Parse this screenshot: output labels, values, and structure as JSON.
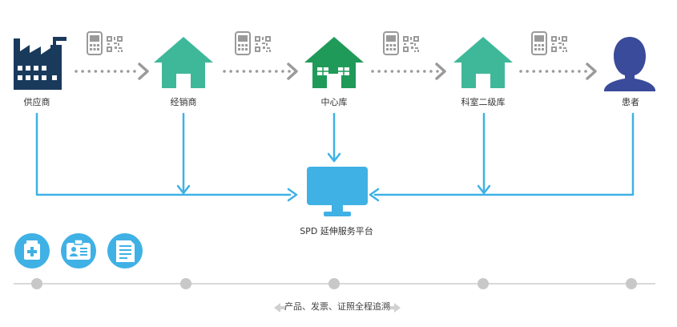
{
  "nodes": [
    {
      "id": "supplier",
      "label": "供应商",
      "icon": "factory-icon"
    },
    {
      "id": "distributor",
      "label": "经销商",
      "icon": "house-icon"
    },
    {
      "id": "central",
      "label": "中心库",
      "icon": "house-icon"
    },
    {
      "id": "department",
      "label": "科室二级库",
      "icon": "house-icon"
    },
    {
      "id": "patient",
      "label": "患者",
      "icon": "person-icon"
    }
  ],
  "platform": {
    "label": "SPD 延伸服务平台",
    "icon": "monitor-icon"
  },
  "bottom_icons": [
    "medicine-box-icon",
    "id-card-icon",
    "document-icon"
  ],
  "trace_label": "产品、发票、证照全程追溯",
  "colors": {
    "arrow_blue": "#3fb1e5",
    "house_teal": "#3fb89a",
    "house_central": "#1f9a58",
    "factory": "#1a3a5c",
    "person": "#3b4b9b",
    "scan_gray": "#9a9a9a",
    "timeline": "#d9d9d9",
    "dot": "#c8c8c8"
  }
}
